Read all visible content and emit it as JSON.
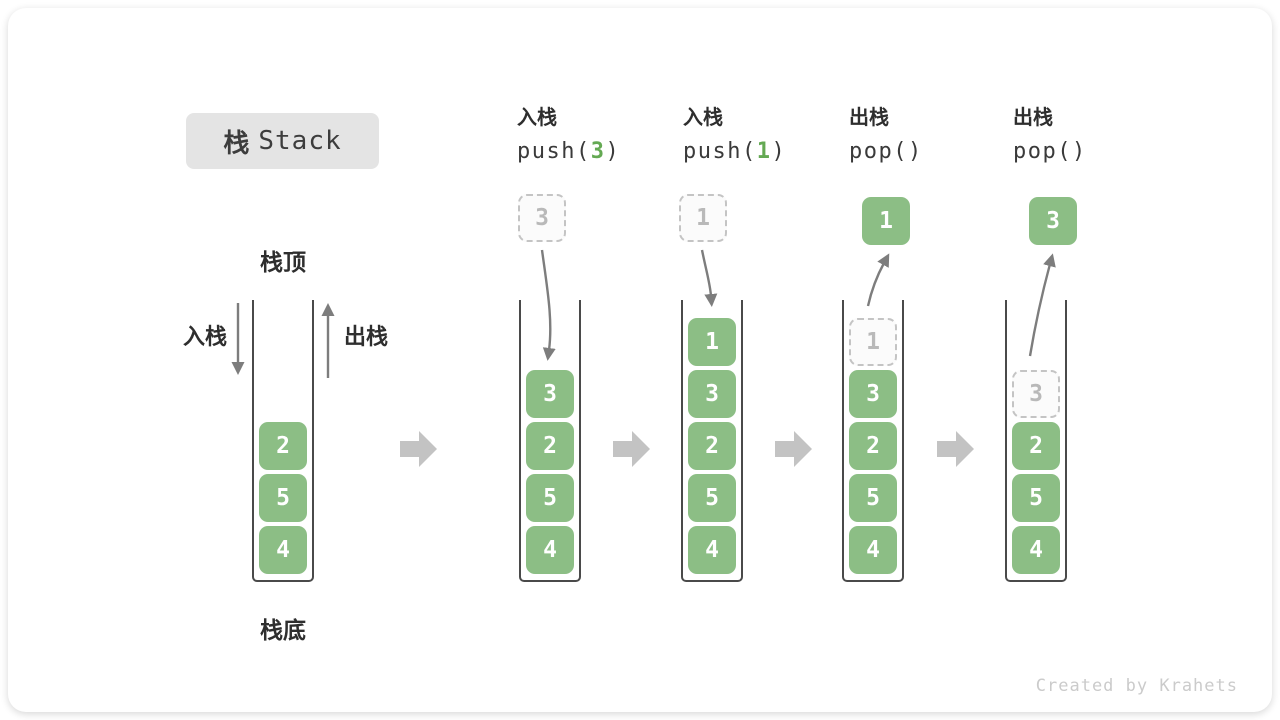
{
  "title": {
    "cn": "栈",
    "en": "Stack"
  },
  "labels": {
    "stack_top": "栈顶",
    "stack_bottom": "栈底",
    "push": "入栈",
    "pop": "出栈"
  },
  "columns": [
    {
      "op": "入栈",
      "fn": "push(",
      "arg": "3",
      "close": ")"
    },
    {
      "op": "入栈",
      "fn": "push(",
      "arg": "1",
      "close": ")"
    },
    {
      "op": "出栈",
      "fn": "pop(",
      "arg": "",
      "close": ")"
    },
    {
      "op": "出栈",
      "fn": "pop(",
      "arg": "",
      "close": ")"
    }
  ],
  "stacks": {
    "s1": {
      "cells": [
        "2",
        "5",
        "4"
      ]
    },
    "s2": {
      "incoming": "3",
      "cells": [
        "3",
        "2",
        "5",
        "4"
      ]
    },
    "s3": {
      "incoming": "1",
      "cells": [
        "1",
        "3",
        "2",
        "5",
        "4"
      ]
    },
    "s4": {
      "popped": "1",
      "ghost": "1",
      "cells": [
        "3",
        "2",
        "5",
        "4"
      ]
    },
    "s5": {
      "popped": "3",
      "ghost": "3",
      "cells": [
        "2",
        "5",
        "4"
      ]
    }
  },
  "watermark": "Created by Krahets",
  "colors": {
    "cell_green": "#8cbe85",
    "code_arg_green": "#64a953",
    "arrow_gray": "#7d7d7d",
    "flow_arrow_gray": "#c3c3c3",
    "title_bg": "#e4e4e4",
    "ghost_border": "#c4c4c4",
    "tube_wall": "#4a4a4a"
  }
}
